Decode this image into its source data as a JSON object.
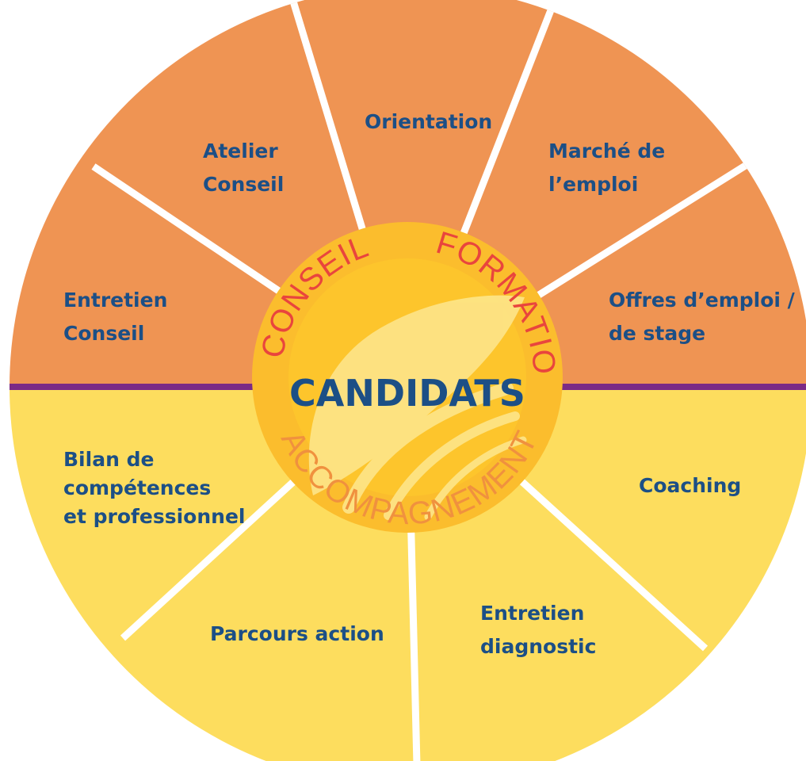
{
  "colors": {
    "upper_fill": "#ef9453",
    "lower_fill": "#fddd5e",
    "separator": "#ffffff",
    "divider": "#7b2a86",
    "hub_outer": "#fbbd2d",
    "hub_inner": "#fdc52c",
    "hub_swoosh": "#fde58a",
    "label_text": "#1c4f86",
    "word_conseil": "#e9453d",
    "word_information": "#e9453d",
    "word_accompagnement": "#f0913e"
  },
  "hub": {
    "title": "CANDIDATS",
    "words": {
      "conseil": "CONSEIL",
      "information": "INFORMATION",
      "accompagnement": "ACCOMPAGNEMENT"
    }
  },
  "segments": {
    "orientation": {
      "lines": [
        "Orientation"
      ]
    },
    "atelier_conseil": {
      "lines": [
        "Atelier",
        "Conseil"
      ]
    },
    "marche_emploi": {
      "lines": [
        "Marché de",
        "l’emploi"
      ]
    },
    "entretien_conseil": {
      "lines": [
        "Entretien",
        "Conseil"
      ]
    },
    "offres_emploi": {
      "lines": [
        "Offres d’emploi /",
        "de stage"
      ]
    },
    "bilan": {
      "lines": [
        "Bilan de",
        "compétences",
        "et professionnel"
      ]
    },
    "coaching": {
      "lines": [
        "Coaching"
      ]
    },
    "parcours_action": {
      "lines": [
        "Parcours action"
      ]
    },
    "entretien_diagnostic": {
      "lines": [
        "Entretien",
        "diagnostic"
      ]
    }
  }
}
